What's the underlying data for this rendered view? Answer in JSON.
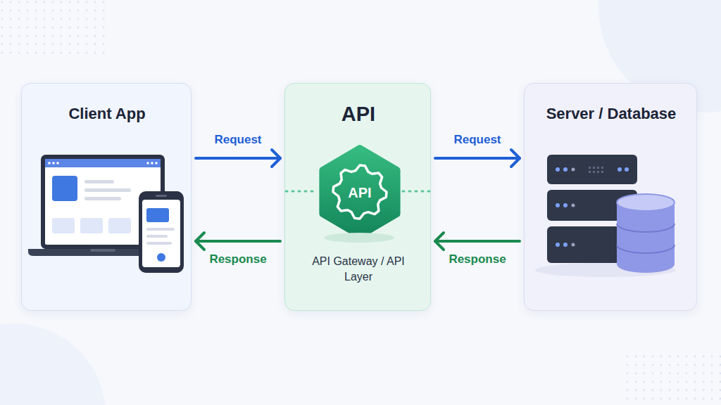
{
  "diagram": {
    "nodes": [
      {
        "text": [
          "Client App"
        ]
      },
      {
        "text": [
          "API",
          "API Gateway / API Layer"
        ]
      },
      {
        "text": [
          "API"
        ],
        "in": 1
      },
      {
        "text": [
          "Server / Database"
        ]
      }
    ],
    "edges": [
      {
        "from": 0,
        "to": 1,
        "label": "Request",
        "arrow": "to"
      },
      {
        "from": 1,
        "to": 0,
        "label": "Response",
        "arrow": "to"
      },
      {
        "from": 1,
        "to": 3,
        "label": "Request",
        "arrow": "to"
      },
      {
        "from": 3,
        "to": 1,
        "label": "Response",
        "arrow": "to"
      }
    ]
  }
}
